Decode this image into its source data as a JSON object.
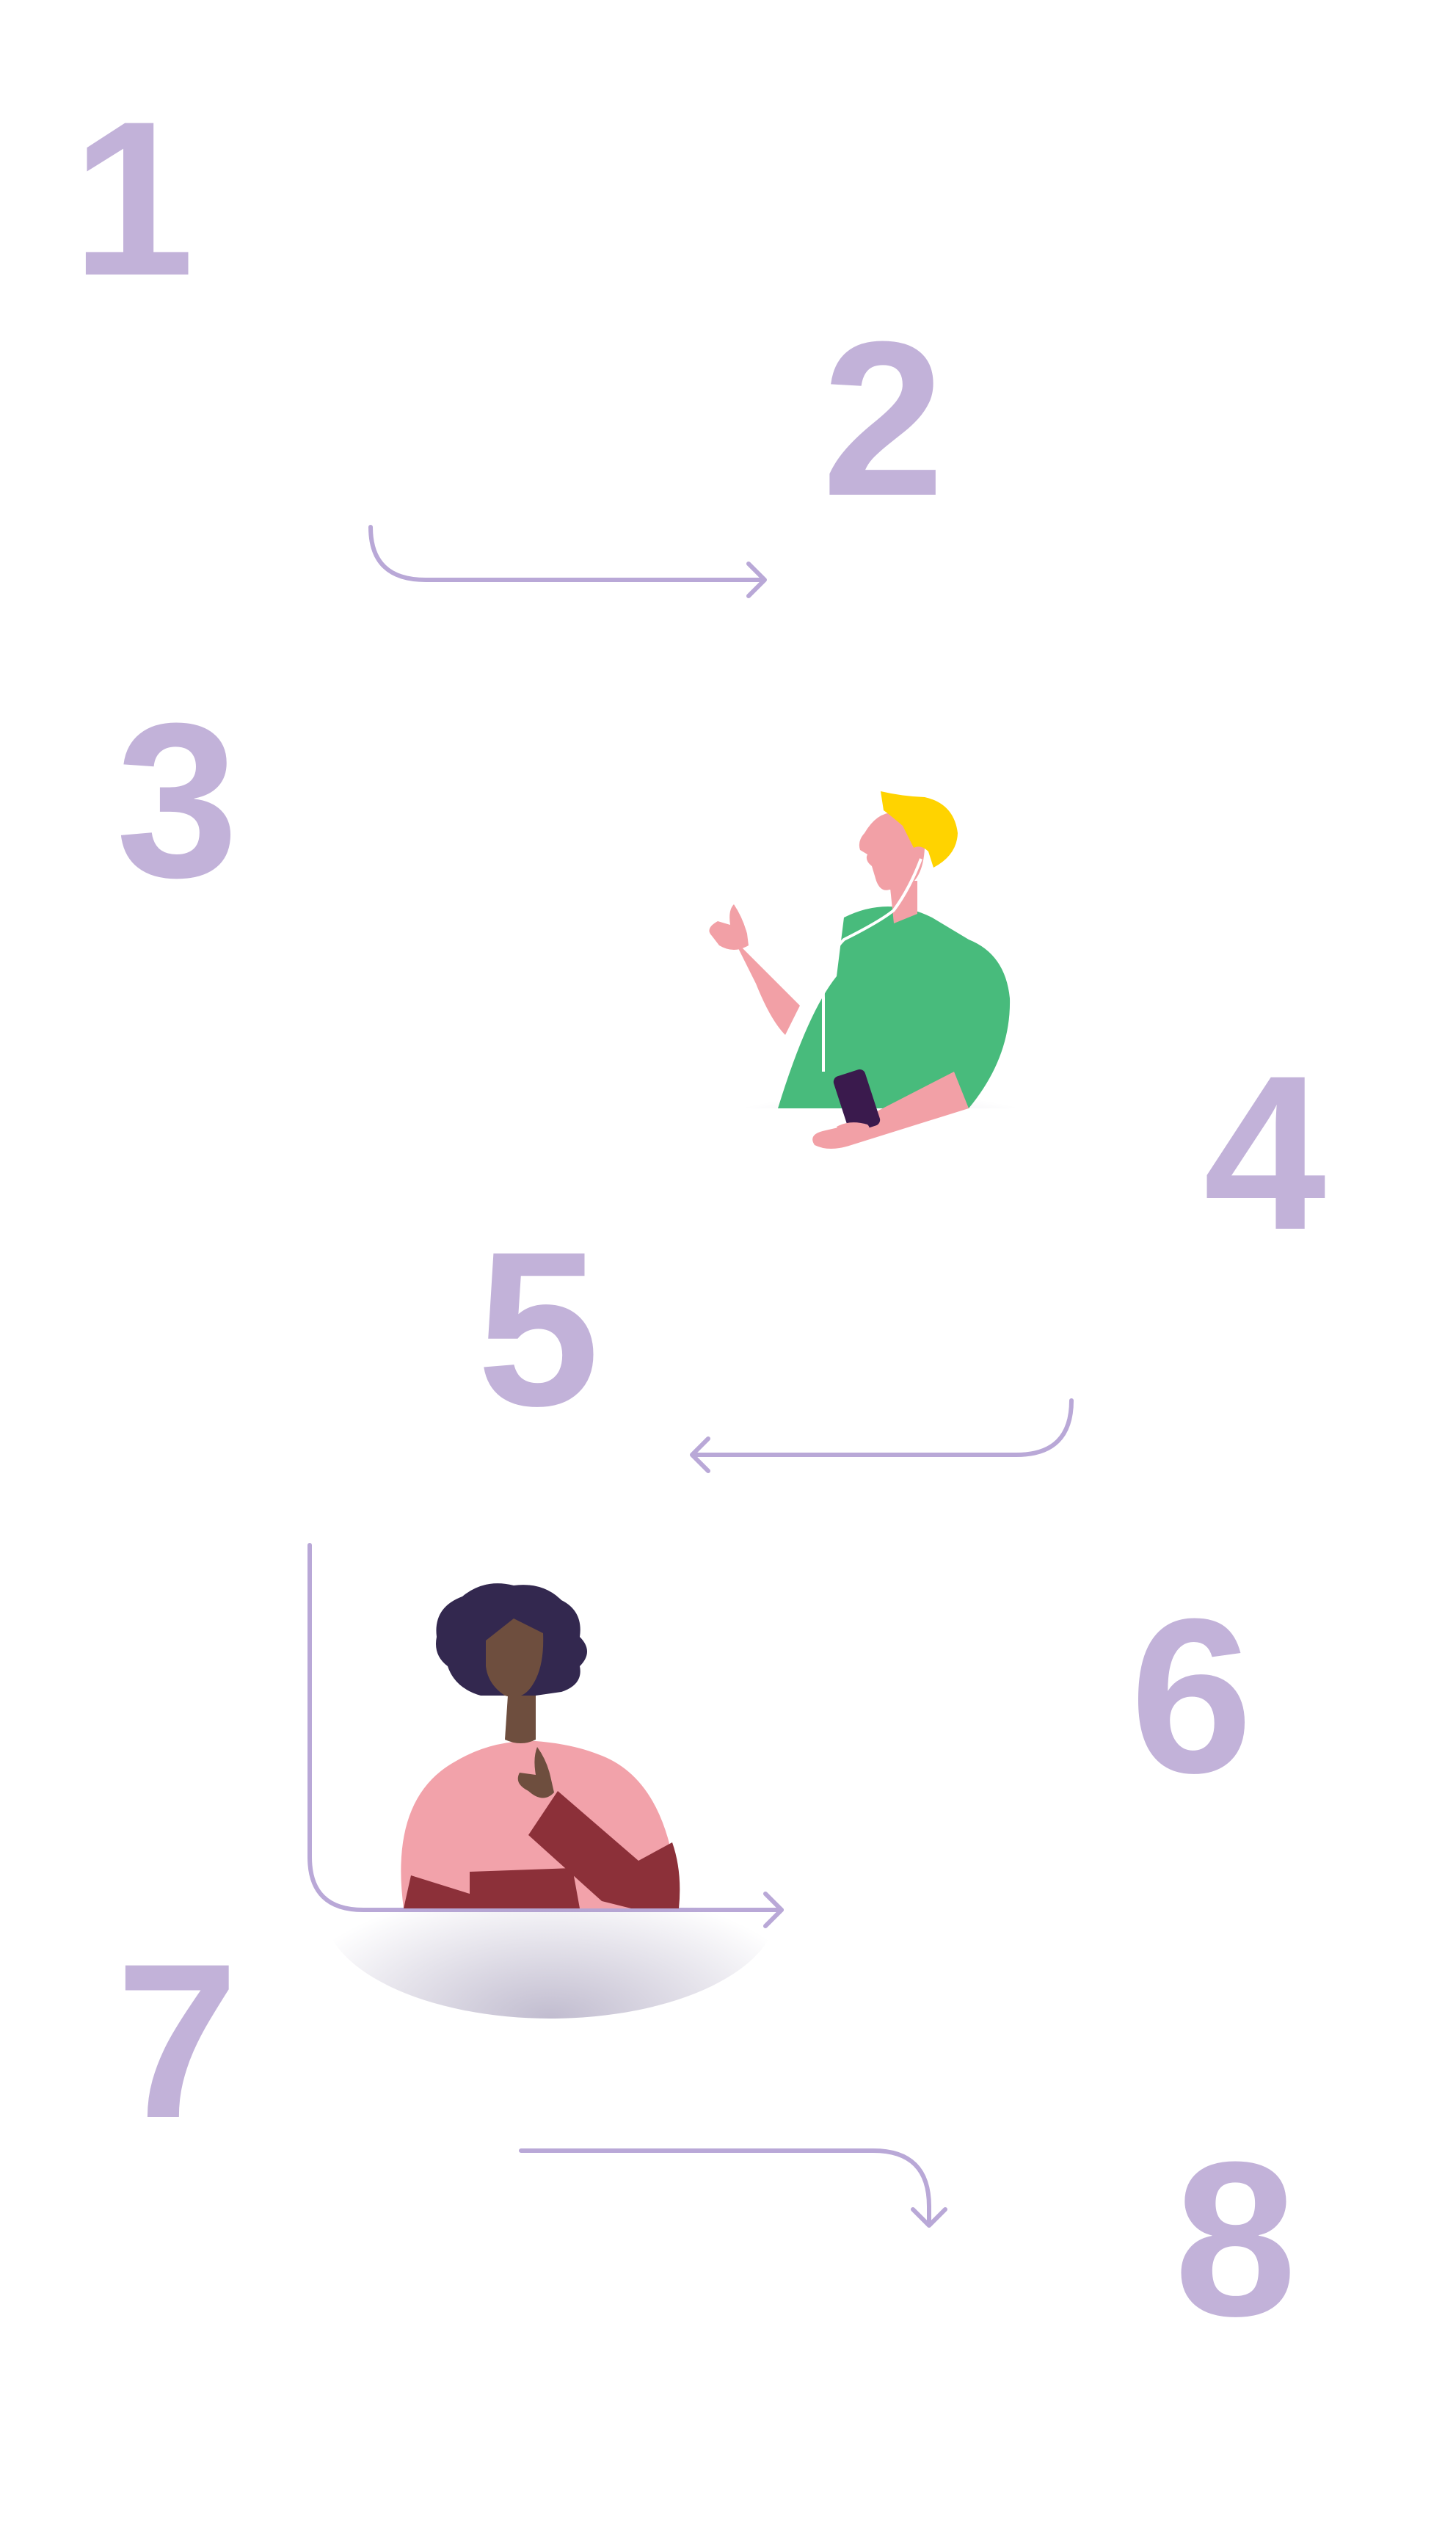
{
  "theme": {
    "number_color": "#c2b2d9",
    "arrow_color": "#b9a8d7",
    "shadow_color": "#8e85a8",
    "man": {
      "skin": "#f2a0a6",
      "hair": "#ffd300",
      "shirt": "#48bb7c",
      "phone": "#3a1a4d",
      "earphones": "#ffffff"
    },
    "woman": {
      "skin": "#6e4e3e",
      "hair": "#33284f",
      "shirt": "#f2a2aa",
      "sleeve": "#8c3039"
    }
  },
  "steps": [
    {
      "label": "1",
      "icon": "number-one"
    },
    {
      "label": "2",
      "icon": "number-two"
    },
    {
      "label": "3",
      "icon": "number-three"
    },
    {
      "label": "4",
      "icon": "number-four"
    },
    {
      "label": "5",
      "icon": "number-five"
    },
    {
      "label": "6",
      "icon": "number-six"
    },
    {
      "label": "7",
      "icon": "number-seven"
    },
    {
      "label": "8",
      "icon": "number-eight"
    }
  ],
  "arrows": [
    {
      "from": "1",
      "to": "2",
      "direction": "right"
    },
    {
      "from": "4",
      "to": "5",
      "direction": "left"
    },
    {
      "from": "5",
      "to": "6",
      "direction": "right"
    },
    {
      "from": "7",
      "to": "8",
      "direction": "down-right"
    }
  ],
  "illustrations": [
    {
      "icon": "man-with-earphones-thumbs-up-icon"
    },
    {
      "icon": "woman-thumbs-up-icon"
    }
  ]
}
